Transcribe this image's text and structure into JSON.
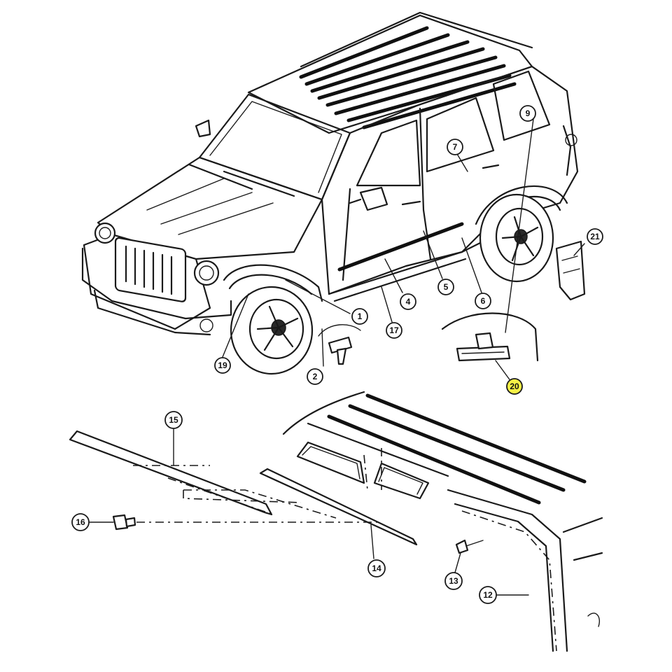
{
  "callouts": [
    {
      "id": "1",
      "label": "1",
      "highlight": false
    },
    {
      "id": "2",
      "label": "2",
      "highlight": false
    },
    {
      "id": "4",
      "label": "4",
      "highlight": false
    },
    {
      "id": "5",
      "label": "5",
      "highlight": false
    },
    {
      "id": "6",
      "label": "6",
      "highlight": false
    },
    {
      "id": "7",
      "label": "7",
      "highlight": false
    },
    {
      "id": "9",
      "label": "9",
      "highlight": false
    },
    {
      "id": "12",
      "label": "12",
      "highlight": false
    },
    {
      "id": "13",
      "label": "13",
      "highlight": false
    },
    {
      "id": "14",
      "label": "14",
      "highlight": false
    },
    {
      "id": "15",
      "label": "15",
      "highlight": false
    },
    {
      "id": "16",
      "label": "16",
      "highlight": false
    },
    {
      "id": "17",
      "label": "17",
      "highlight": false
    },
    {
      "id": "19",
      "label": "19",
      "highlight": false
    },
    {
      "id": "20",
      "label": "20",
      "highlight": true
    },
    {
      "id": "21",
      "label": "21",
      "highlight": false
    }
  ],
  "colors": {
    "line": "#1a1a1a",
    "background": "#ffffff",
    "highlight": "#f4f046"
  }
}
